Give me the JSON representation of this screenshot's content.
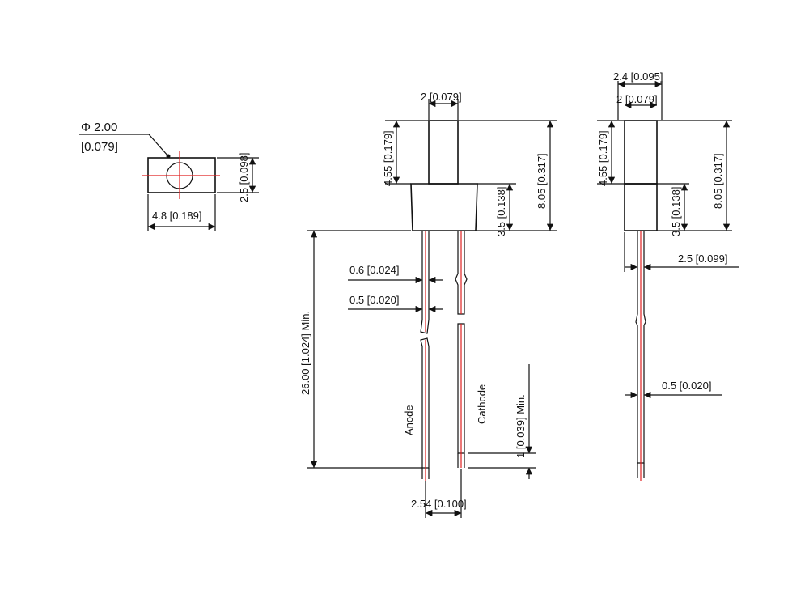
{
  "top_view": {
    "diameter": "Φ 2.00",
    "diameter_in": "[0.079]",
    "height": "2.5 [0.098]",
    "width": "4.8 [0.189]"
  },
  "front_view": {
    "top_width": "2 [0.079]",
    "body_height": "4.55 [0.179]",
    "total_height": "8.05 [0.317]",
    "base_height": "3.5 [0.138]",
    "lead_width_1": "0.6 [0.024]",
    "lead_width_2": "0.5 [0.020]",
    "lead_length": "26.00 [1.024] Min.",
    "lead_min": "1 [0.039] Min.",
    "anode": "Anode",
    "cathode": "Cathode",
    "pitch": "2.54 [0.100]"
  },
  "side_view": {
    "width_outer": "2.4 [0.095]",
    "width_inner": "2 [0.079]",
    "body_height": "4.55 [0.179]",
    "total_height": "8.05 [0.317]",
    "base_height": "3.5 [0.138]",
    "base_width": "2.5 [0.099]",
    "lead_width": "0.5 [0.020]"
  }
}
